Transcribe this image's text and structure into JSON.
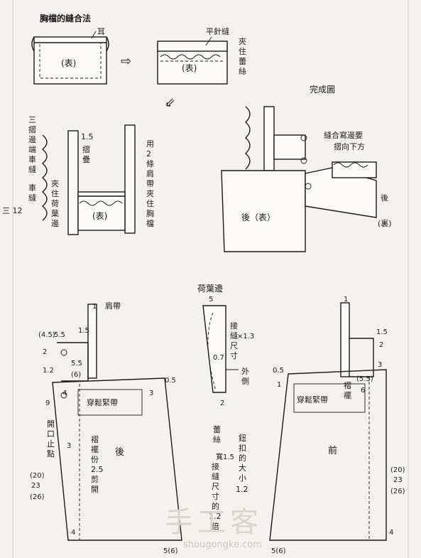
{
  "sections": {
    "pleat_title": "胸檔的縫合法",
    "complete_title": "完成圖",
    "ruffle_title": "荷葉邊"
  },
  "labels": {
    "ear": "耳",
    "face": "(表)",
    "flat_stitch": "平針縫",
    "clip_lace": [
      "夾",
      "住",
      "蕾",
      "絲"
    ],
    "triple_fold": [
      "三",
      "摺",
      "邊",
      "端",
      "車",
      "縫"
    ],
    "sew": [
      "車",
      "縫"
    ],
    "clip_ruffle": [
      "夾",
      "住",
      "荷",
      "葉",
      "邊"
    ],
    "fold_num": "1.5",
    "fold": [
      "摺",
      "疊"
    ],
    "strap_clip": [
      "用",
      "2",
      "條",
      "肩",
      "帶",
      "夾",
      "住",
      "胸",
      "檔"
    ],
    "seam_allow": [
      "縫合寫邊要",
      "摺向下方"
    ],
    "back_face": "後（表）",
    "back_char": "後",
    "inside": "(裏)",
    "left_margin": "三\n12",
    "shoulder_strap": "肩帶",
    "drawstring": "穿鬆緊帶",
    "back_label": "後",
    "front_label": "前",
    "opening_stop": [
      "開",
      "口",
      "止",
      "點"
    ],
    "pleat_allowance": [
      "褶",
      "襬",
      "份",
      "2.5",
      "剪",
      "開"
    ],
    "pleat_hem": [
      "褶",
      "襬"
    ],
    "sew_size": [
      "接",
      "縫",
      "尺",
      "寸"
    ],
    "x13": "×1.3",
    "outside": [
      "外",
      "側"
    ],
    "lace": [
      "蕾",
      "絲"
    ],
    "lace_width": "寬1.5",
    "lace_size": [
      "接",
      "縫",
      "尺",
      "寸",
      "的",
      "1.2",
      "倍"
    ],
    "button_size": [
      "鈕",
      "扣",
      "的",
      "大",
      "小",
      "1.2"
    ],
    "watermark_big": "手工客",
    "watermark_url": "shougongke.com"
  },
  "dims": {
    "d1": "1",
    "d15": "1.5",
    "d45": "(4.5)",
    "d55": "5.5",
    "d2": "2",
    "d12": "1.2",
    "d55b": "5.5",
    "d6": "(6)",
    "d4": "4",
    "d9": "9",
    "d3": "3",
    "d05": "0.5",
    "d3r": "3",
    "d20": "(20)",
    "d23": "23",
    "d26": "(26)",
    "d5_6": "5(6)",
    "r5": "5",
    "r07": "0.7",
    "r2": "2",
    "f1": "1",
    "f15": "1.5",
    "f2": "2",
    "f3": "3",
    "f05": "0.5",
    "f1b": "1",
    "f55": "(5.5)",
    "f6": "6",
    "f20": "(20)",
    "f23": "23",
    "f26": "(26)",
    "f5_6": "5(6)",
    "f4": "4"
  }
}
